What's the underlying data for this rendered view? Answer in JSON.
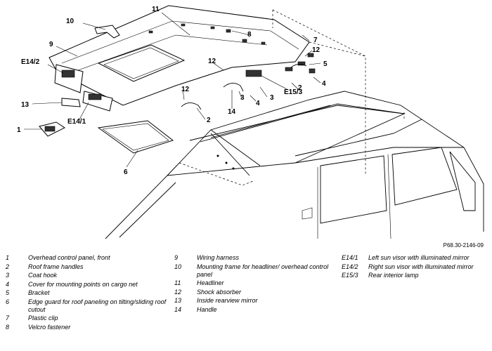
{
  "callouts": [
    "11",
    "10",
    "8",
    "7",
    "9",
    "12",
    "5",
    "E14/2",
    "12",
    "3",
    "2",
    "4",
    "E15/3",
    "13",
    "12",
    "3",
    "4",
    "14",
    "E14/1",
    "2",
    "1",
    "6"
  ],
  "figure_ref": "P68.30-2146-09",
  "legend": {
    "column1": [
      {
        "num": "1",
        "text": "Overhead control panel, front"
      },
      {
        "num": "2",
        "text": "Roof frame handles"
      },
      {
        "num": "3",
        "text": "Coat hook"
      },
      {
        "num": "4",
        "text": "Cover for mounting points on cargo net"
      },
      {
        "num": "5",
        "text": "Bracket"
      },
      {
        "num": "6",
        "text": "Edge guard for roof paneling on tilting/sliding roof cutout"
      },
      {
        "num": "7",
        "text": "Plastic clip"
      },
      {
        "num": "8",
        "text": "Velcro fastener"
      }
    ],
    "column2": [
      {
        "num": "9",
        "text": "Wiring harness"
      },
      {
        "num": "10",
        "text": "Mounting frame for headliner/ overhead control panel"
      },
      {
        "num": "11",
        "text": "Headliner"
      },
      {
        "num": "12",
        "text": "Shock absorber"
      },
      {
        "num": "13",
        "text": "Inside rearview mirror"
      },
      {
        "num": "14",
        "text": "Handle"
      }
    ],
    "column3": [
      {
        "num": "E14/1",
        "text": "Left sun visor with illuminated mirror"
      },
      {
        "num": "E14/2",
        "text": "Right sun visor with illuminated mirror"
      },
      {
        "num": "E15/3",
        "text": "Rear interior lamp"
      }
    ]
  }
}
